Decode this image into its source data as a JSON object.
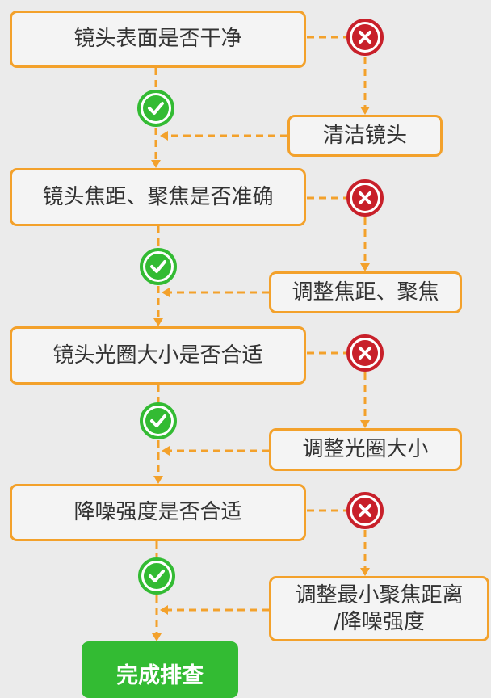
{
  "steps": [
    {
      "check": "镜头表面是否干净",
      "fix": [
        "清洁镜头"
      ]
    },
    {
      "check": "镜头焦距、聚焦是否准确",
      "fix": [
        "调整焦距、聚焦"
      ]
    },
    {
      "check": "镜头光圈大小是否合适",
      "fix": [
        "调整光圈大小"
      ]
    },
    {
      "check": "降噪强度是否合适",
      "fix": [
        "调整最小聚焦距离",
        "/降噪强度"
      ]
    }
  ],
  "final_label": "完成排查",
  "colors": {
    "orange": "#f3a12b",
    "red": "#c8202a",
    "green": "#33bb33",
    "background": "#ebebeb",
    "text": "#333333"
  },
  "icons": {
    "fail": "x-circle-icon",
    "pass": "check-circle-icon"
  }
}
